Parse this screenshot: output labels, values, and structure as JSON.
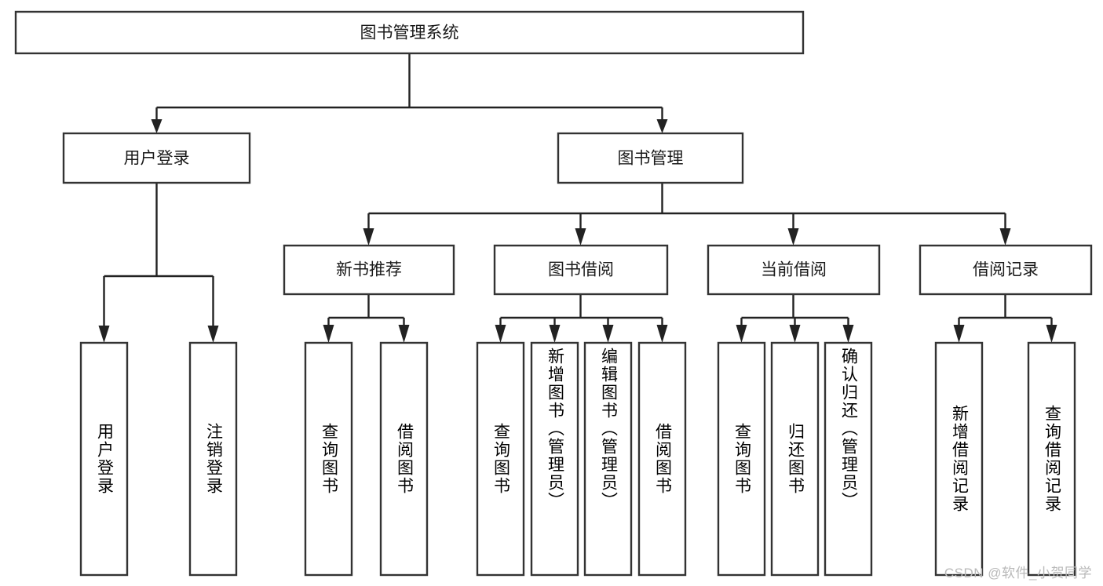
{
  "diagram": {
    "type": "tree",
    "title": "图书管理系统",
    "orientation": "top-down",
    "colors": {
      "box_border": "#333333",
      "box_fill": "#ffffff",
      "connector": "#222222",
      "text": "#1a1a1a",
      "background": "#ffffff",
      "watermark": "#b9b9b9"
    },
    "root": {
      "id": "root",
      "label": "图书管理系统",
      "orientation": "horizontal"
    },
    "level2": [
      {
        "id": "user-login",
        "label": "用户登录",
        "orientation": "horizontal"
      },
      {
        "id": "book-manage",
        "label": "图书管理",
        "orientation": "horizontal"
      }
    ],
    "level3": [
      {
        "id": "new-book-recommend",
        "label": "新书推荐",
        "parent": "book-manage",
        "orientation": "horizontal"
      },
      {
        "id": "book-borrow",
        "label": "图书借阅",
        "parent": "book-manage",
        "orientation": "horizontal"
      },
      {
        "id": "current-borrow",
        "label": "当前借阅",
        "parent": "book-manage",
        "orientation": "horizontal"
      },
      {
        "id": "borrow-record",
        "label": "借阅记录",
        "parent": "book-manage",
        "orientation": "horizontal"
      }
    ],
    "leaves": [
      {
        "id": "leaf-user-login",
        "label": "用户登录",
        "parent": "user-login",
        "orientation": "vertical"
      },
      {
        "id": "leaf-logout-login",
        "label": "注销登录",
        "parent": "user-login",
        "orientation": "vertical"
      },
      {
        "id": "leaf-query-book-1",
        "label": "查询图书",
        "parent": "new-book-recommend",
        "orientation": "vertical"
      },
      {
        "id": "leaf-borrow-book-1",
        "label": "借阅图书",
        "parent": "new-book-recommend",
        "orientation": "vertical"
      },
      {
        "id": "leaf-query-book-2",
        "label": "查询图书",
        "parent": "book-borrow",
        "orientation": "vertical"
      },
      {
        "id": "leaf-add-book",
        "label": "新增图书（管理员）",
        "parent": "book-borrow",
        "orientation": "vertical"
      },
      {
        "id": "leaf-edit-book",
        "label": "编辑图书（管理员）",
        "parent": "book-borrow",
        "orientation": "vertical"
      },
      {
        "id": "leaf-borrow-book-2",
        "label": "借阅图书",
        "parent": "book-borrow",
        "orientation": "vertical"
      },
      {
        "id": "leaf-query-book-3",
        "label": "查询图书",
        "parent": "current-borrow",
        "orientation": "vertical"
      },
      {
        "id": "leaf-return-book",
        "label": "归还图书",
        "parent": "current-borrow",
        "orientation": "vertical"
      },
      {
        "id": "leaf-confirm-return",
        "label": "确认归还（管理员）",
        "parent": "current-borrow",
        "orientation": "vertical"
      },
      {
        "id": "leaf-add-record",
        "label": "新增借阅记录",
        "parent": "borrow-record",
        "orientation": "vertical"
      },
      {
        "id": "leaf-query-record",
        "label": "查询借阅记录",
        "parent": "borrow-record",
        "orientation": "vertical"
      }
    ]
  },
  "watermark": {
    "text": "CSDN @软件_小贺同学"
  }
}
